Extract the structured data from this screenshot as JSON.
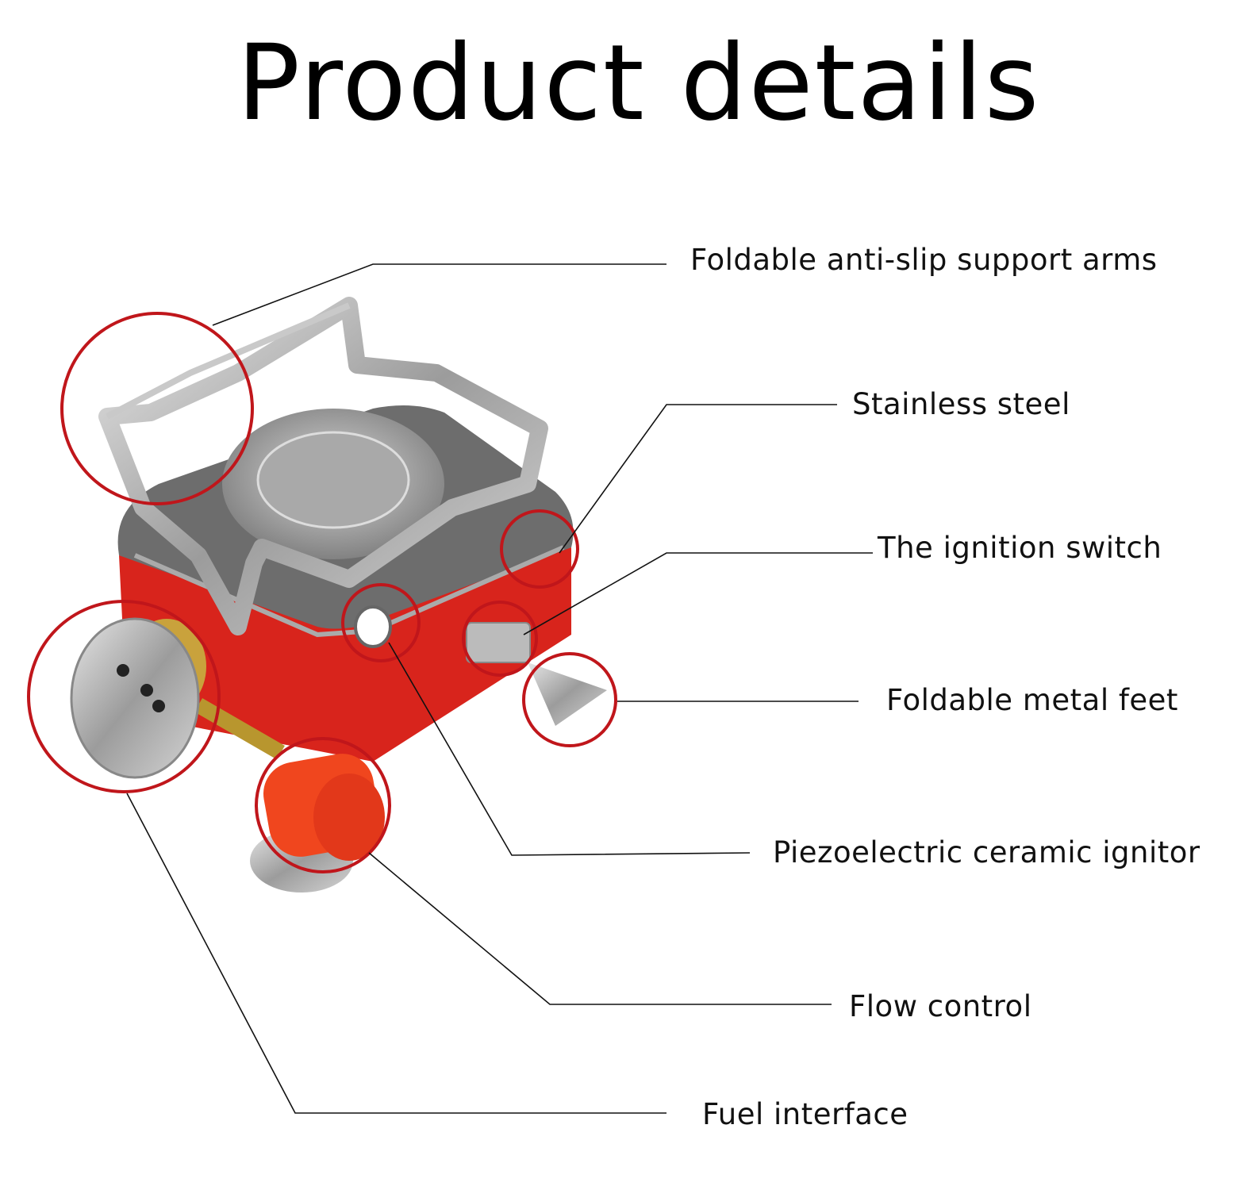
{
  "title": "Product details",
  "labels": {
    "support_arms": "Foldable anti-slip support arms",
    "stainless": "Stainless steel",
    "ignition_switch": "The ignition switch",
    "metal_feet": "Foldable metal feet",
    "ignitor": "Piezoelectric ceramic ignitor",
    "flow_control": "Flow control",
    "fuel_interface": "Fuel interface"
  },
  "colors": {
    "callout_circle": "#c0161b",
    "stove_body": "#d8241c",
    "knob": "#f0461e",
    "steel": "#b8b8b8"
  }
}
